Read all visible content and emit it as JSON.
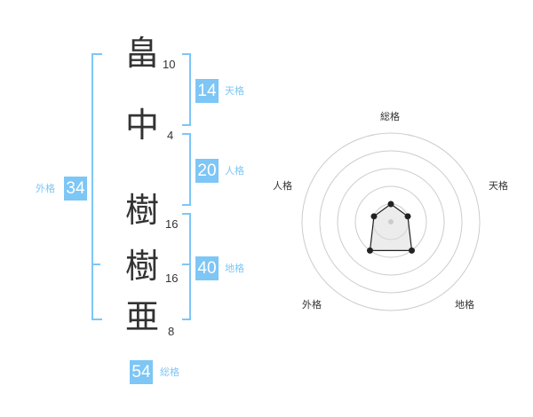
{
  "name_chars": [
    {
      "char": "畠",
      "strokes": "10"
    },
    {
      "char": "中",
      "strokes": "4"
    },
    {
      "char": "樹",
      "strokes": "16"
    },
    {
      "char": "樹",
      "strokes": "16"
    },
    {
      "char": "亜",
      "strokes": "8"
    }
  ],
  "scores": {
    "tenkaku": {
      "label": "天格",
      "value": "14"
    },
    "jinkaku": {
      "label": "人格",
      "value": "20"
    },
    "chikaku": {
      "label": "地格",
      "value": "40"
    },
    "gaikaku": {
      "label": "外格",
      "value": "34"
    },
    "soukaku": {
      "label": "総格",
      "value": "54"
    }
  },
  "colors": {
    "accent": "#7dc6f5",
    "text": "#333333",
    "radar_fill": "#eeeeee"
  },
  "chart_data": {
    "type": "radar",
    "axes": [
      "総格",
      "天格",
      "地格",
      "外格",
      "人格"
    ],
    "values": [
      1,
      1,
      2,
      2,
      1
    ],
    "range": [
      0,
      5
    ],
    "rings": 5
  }
}
